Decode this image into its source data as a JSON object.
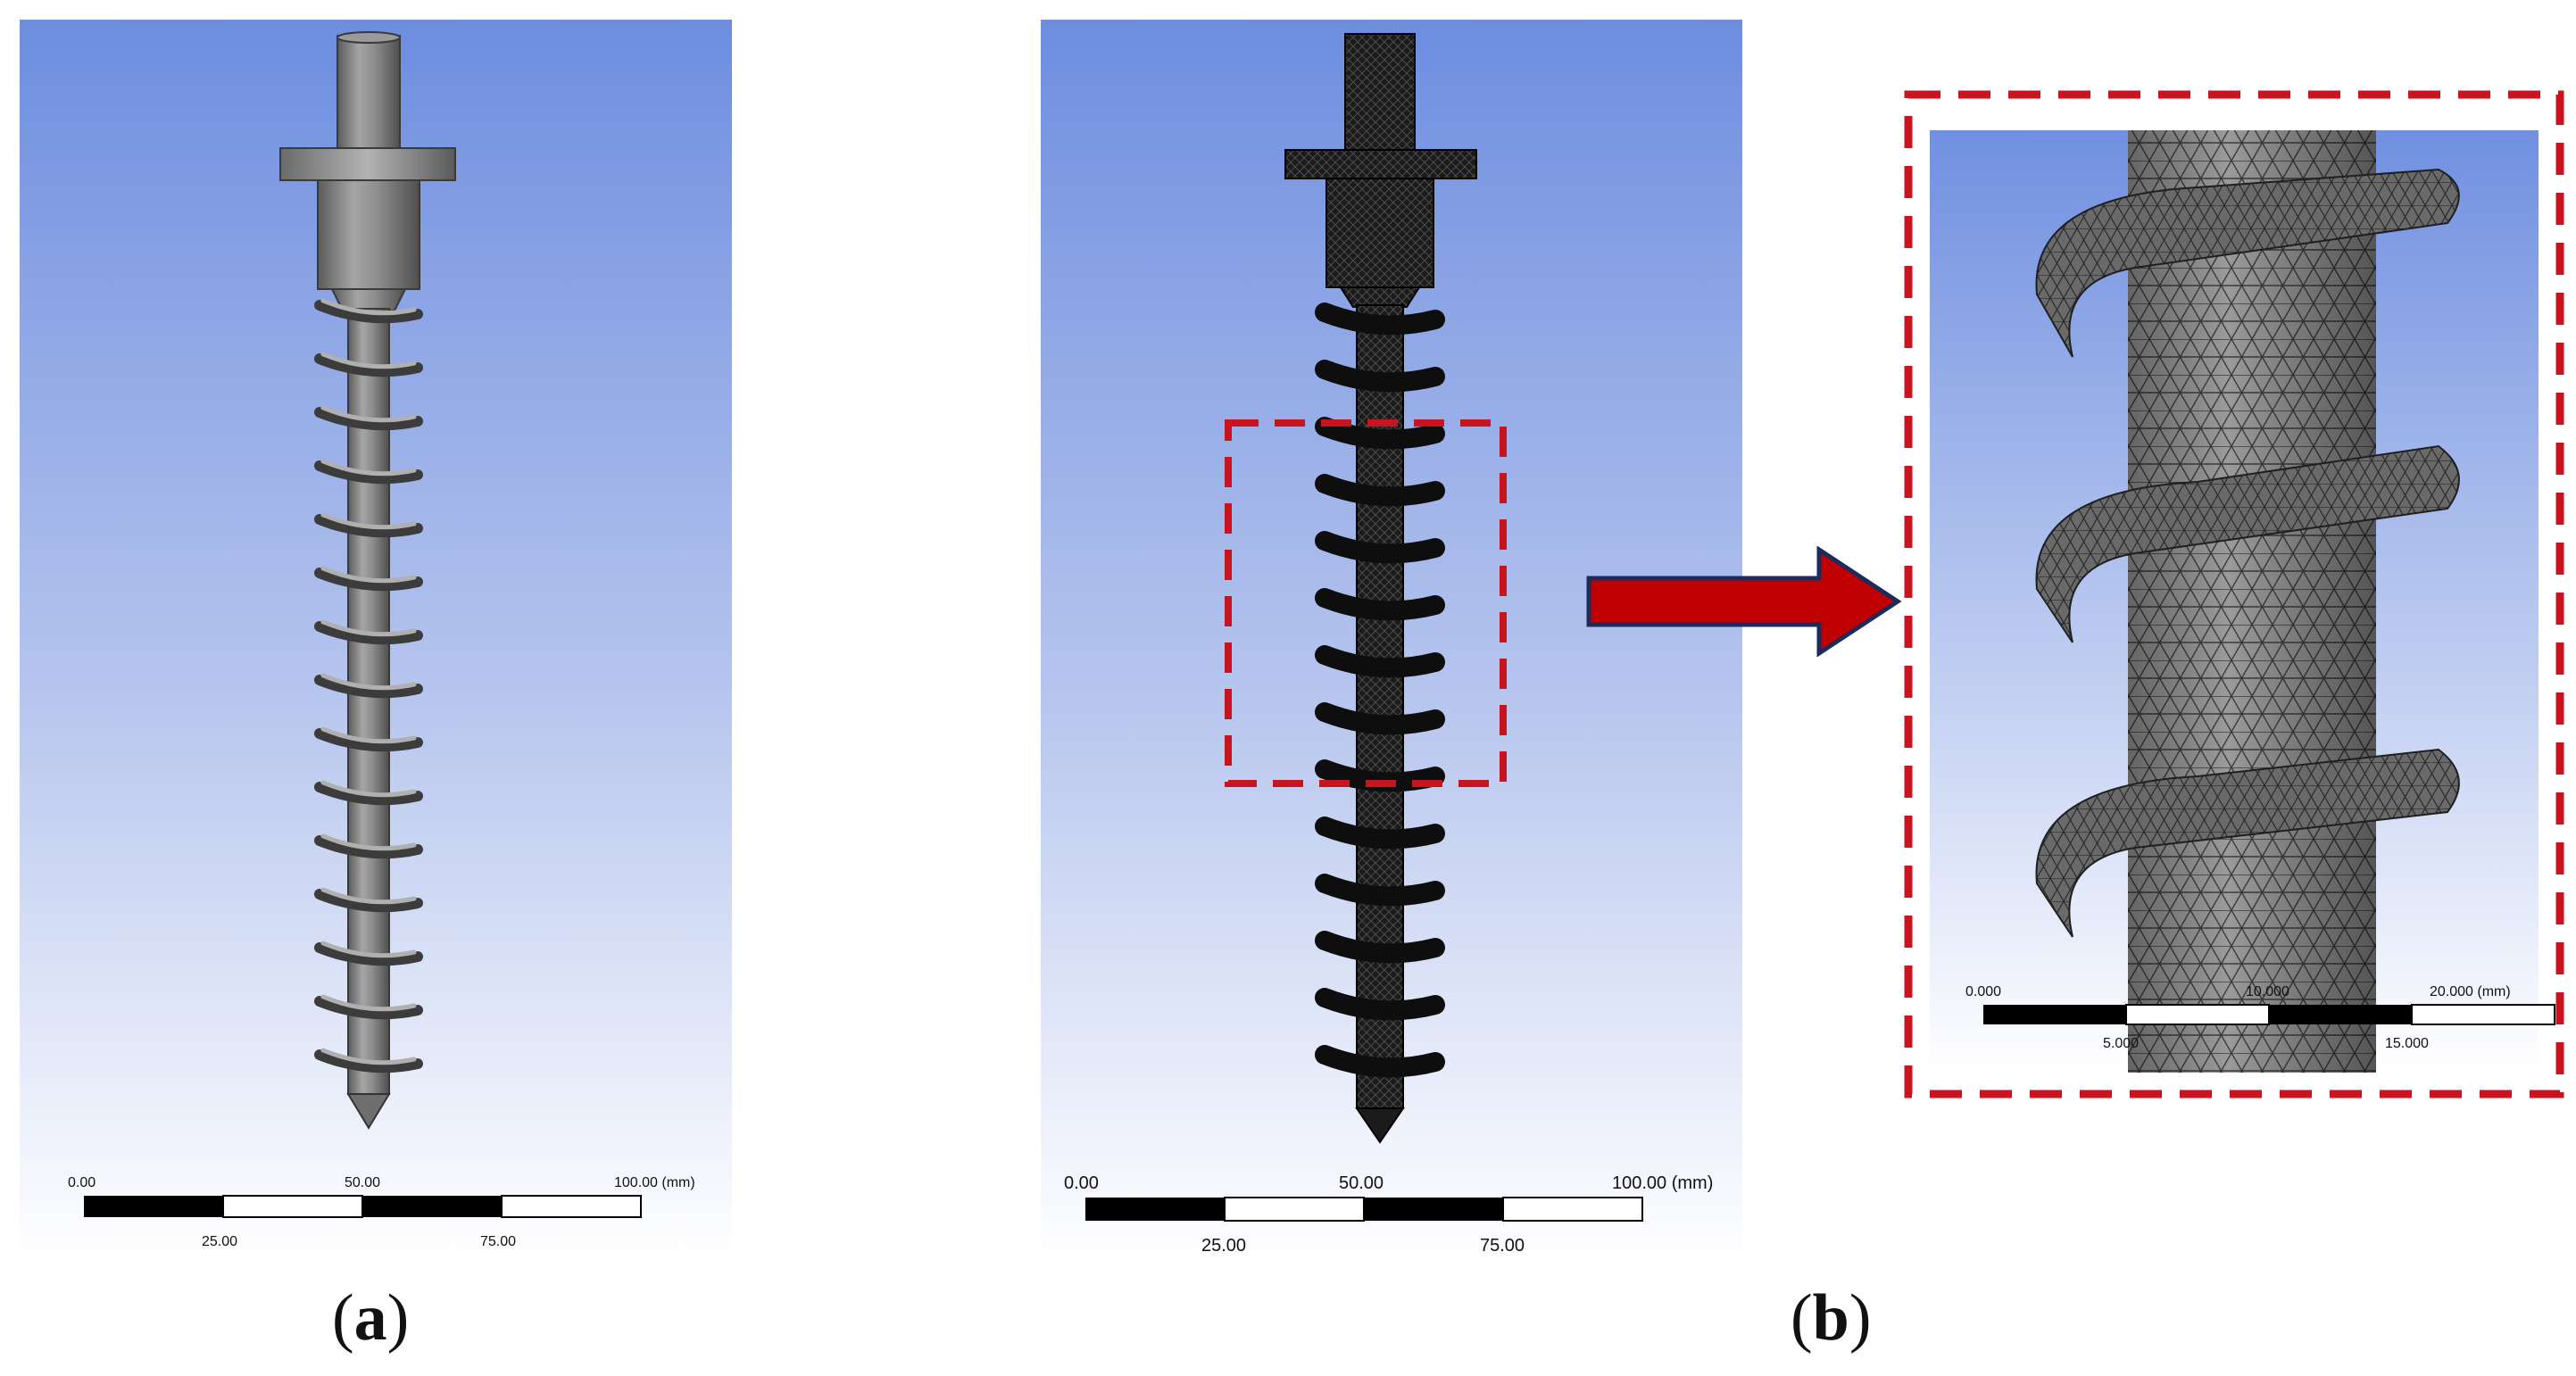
{
  "panel_a": {
    "scale_bar": {
      "top_labels": [
        "0.00",
        "50.00",
        "100.00 (mm)"
      ],
      "bottom_labels": [
        "25.00",
        "75.00"
      ]
    }
  },
  "panel_b": {
    "scale_bar": {
      "top_labels": [
        "0.00",
        "50.00",
        "100.00 (mm)"
      ],
      "bottom_labels": [
        "25.00",
        "75.00"
      ]
    }
  },
  "zoom": {
    "scale_bar": {
      "top_labels": [
        "0.000",
        "10.000",
        "20.000 (mm)"
      ],
      "bottom_labels": [
        "5.000",
        "15.000"
      ]
    }
  },
  "captions": {
    "a": "a",
    "b": "b"
  },
  "colors": {
    "bg_top": "#6f8fdf",
    "bg_bottom": "#ffffff",
    "highlight": "#c8141e",
    "arrow": "#c00000",
    "arrow_outline": "#1f2a5a"
  }
}
